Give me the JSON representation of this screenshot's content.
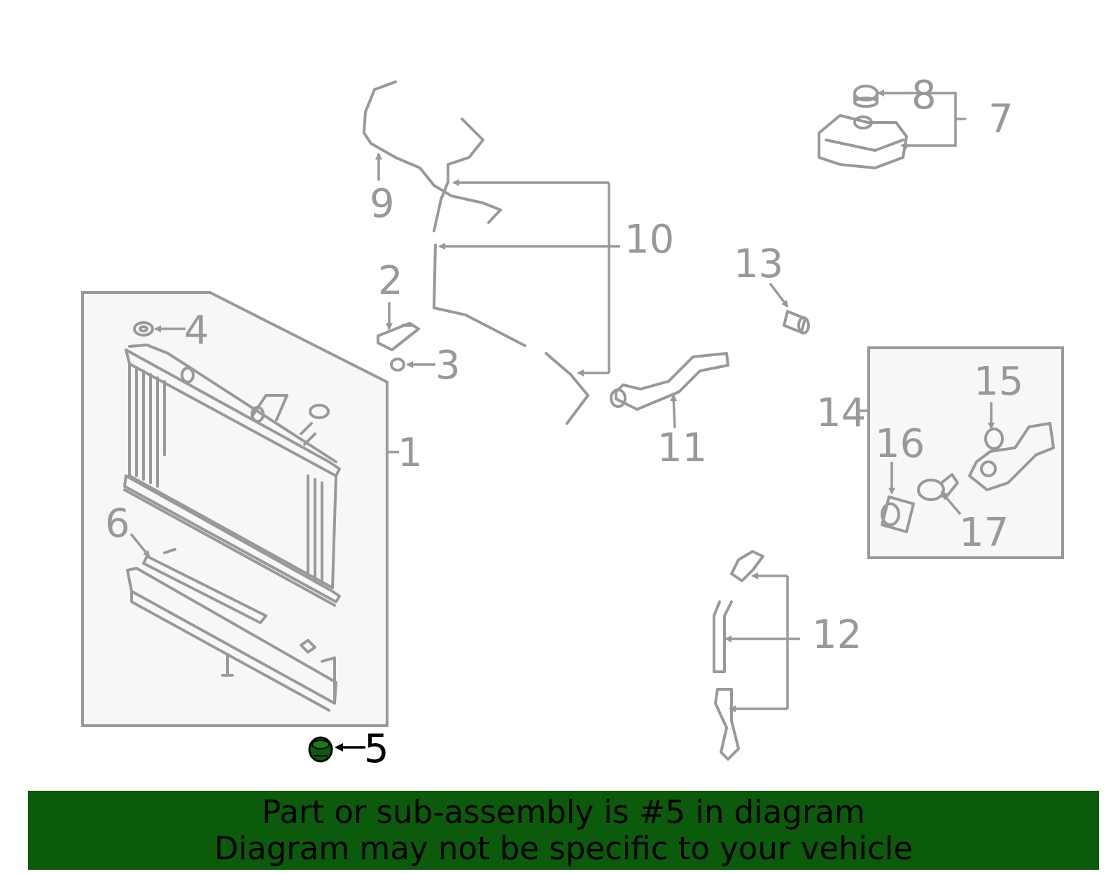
{
  "callouts": {
    "n1": "1",
    "n2": "2",
    "n3": "3",
    "n4": "4",
    "n5": "5",
    "n6": "6",
    "n7": "7",
    "n8": "8",
    "n9": "9",
    "n10": "10",
    "n11": "11",
    "n12": "12",
    "n13": "13",
    "n14": "14",
    "n15": "15",
    "n16": "16",
    "n17": "17"
  },
  "highlighted_part": "5",
  "colors": {
    "line_gray": "#999999",
    "panel_fill": "#f7f7f7",
    "highlight_green": "#0c5a0c",
    "banner_bg": "#0c5a0c",
    "text_black": "#000000"
  },
  "banner": {
    "line1": "Part or sub-assembly is #5 in diagram",
    "line2": "Diagram may not be specific to your vehicle"
  }
}
